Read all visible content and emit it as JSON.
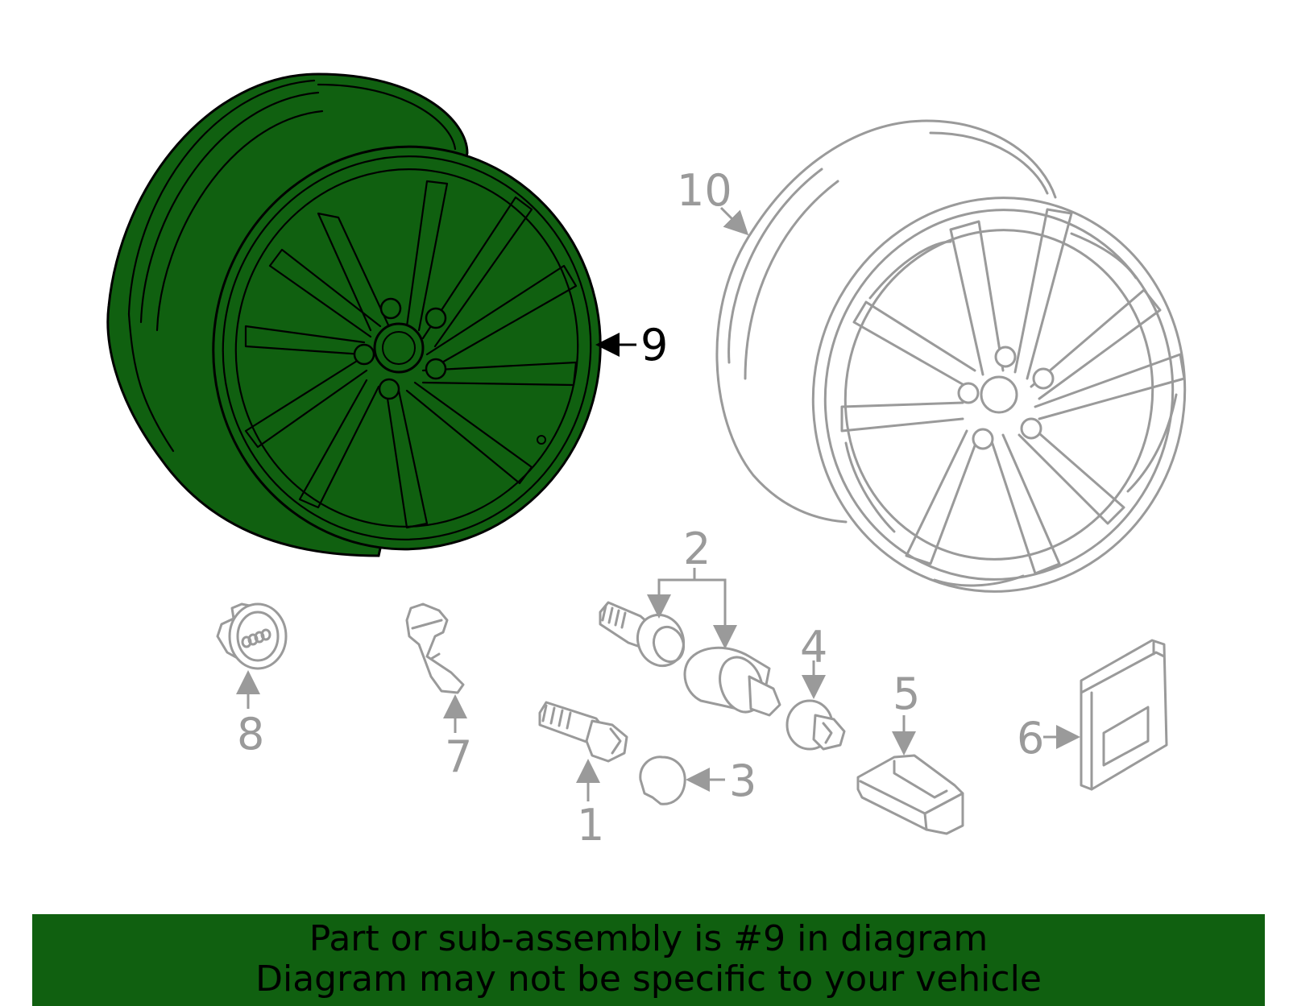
{
  "banner": {
    "line1": "Part or sub-assembly is #9 in diagram",
    "line2": "Diagram may not be specific to your vehicle"
  },
  "highlight_color": "#106010",
  "callouts": {
    "c1": "1",
    "c2": "2",
    "c3": "3",
    "c4": "4",
    "c5": "5",
    "c6": "6",
    "c7": "7",
    "c8": "8",
    "c9": "9",
    "c10": "10"
  },
  "highlighted_part": "9"
}
